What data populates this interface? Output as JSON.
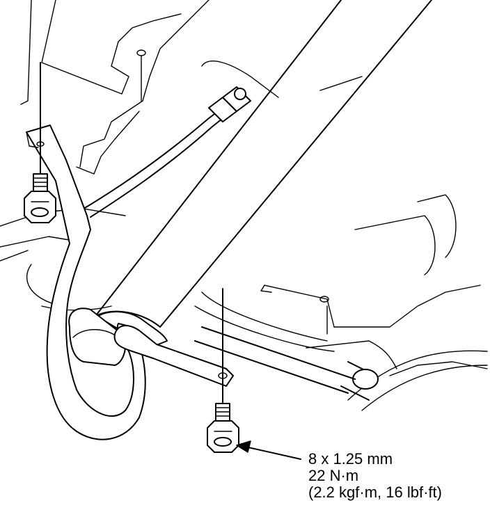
{
  "callout": {
    "size": "8 x 1.25 mm",
    "torque_nm": "22 N·m",
    "torque_alt": "(2.2 kgf·m, 16 lbf·ft)"
  }
}
